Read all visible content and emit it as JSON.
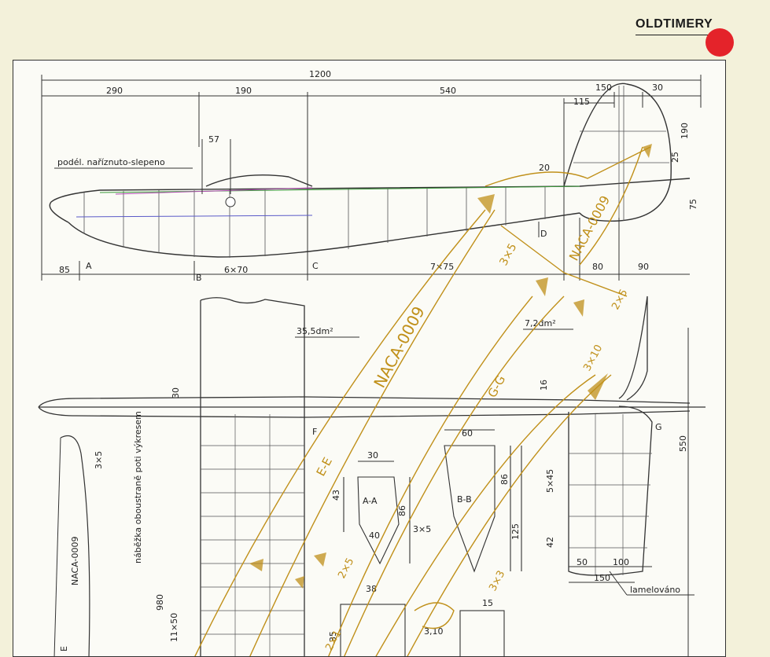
{
  "header": {
    "brand": "OLDTIMERY"
  },
  "colors": {
    "page_bg": "#f3f1da",
    "sheet_bg": "#fbfbf6",
    "ink": "#222222",
    "orange": "#c0901a",
    "accent_dot": "#e4232a"
  },
  "drawing": {
    "dims_top": {
      "total": "1200",
      "seg1": "290",
      "seg2": "190",
      "seg3": "540",
      "seg4": "150",
      "seg5": "30",
      "seg6": "115"
    },
    "dims_fuselage": {
      "d57": "57",
      "d20": "20",
      "d85": "85",
      "d80": "80",
      "d90": "90",
      "d190": "190",
      "d25": "25",
      "d75": "75",
      "spacing_a": "6×70",
      "spacing_b": "7×75"
    },
    "station_labels": {
      "a": "A",
      "b": "B",
      "c": "C",
      "d": "D",
      "f": "F",
      "g": "G"
    },
    "note_top": "podél. naříznuto-slepeno",
    "area_wing": "35,5dm²",
    "area_tail": "7,2dm²",
    "naca_labels": [
      "NACA-0009",
      "NACA-0009",
      "NACA-0009"
    ],
    "section_labels": {
      "ee": "E-E",
      "gg": "G-G",
      "aa": "A-A",
      "bb": "B-B"
    },
    "spars": {
      "s35a": "3×5",
      "s35b": "3×5",
      "s25a": "2×5",
      "s25b": "2×5",
      "s310": "3×10",
      "s33": "3×3",
      "s310b": "3,10",
      "s15": "15"
    },
    "dims_sections": {
      "d30a": "30",
      "d43": "43",
      "d40": "40",
      "d86a": "86",
      "d60": "60",
      "d86b": "86",
      "d125": "125",
      "d38": "38",
      "d35": "35",
      "d30b": "30",
      "d16": "16",
      "d980": "980",
      "d11x50": "11×50"
    },
    "dims_tail": {
      "d550": "550",
      "d5x45": "5×45",
      "d42": "42",
      "d50": "50",
      "d100": "100",
      "d150": "150"
    },
    "note_leading": "náběžka oboustraně poti výkresem",
    "note_lamel": "lamelováno",
    "e_label": "E"
  }
}
